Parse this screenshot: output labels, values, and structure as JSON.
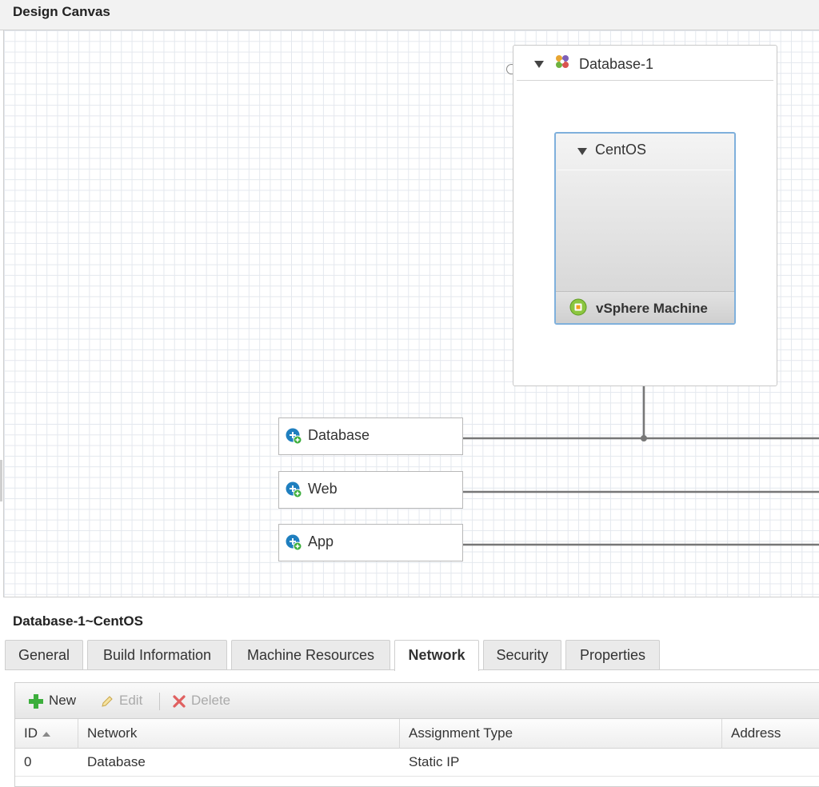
{
  "header": {
    "title": "Design Canvas"
  },
  "canvas": {
    "container": {
      "name": "Database-1"
    },
    "machine": {
      "name": "CentOS",
      "type": "vSphere Machine"
    },
    "networks": [
      {
        "label": "Database"
      },
      {
        "label": "Web"
      },
      {
        "label": "App"
      }
    ]
  },
  "details": {
    "title": "Database-1~CentOS",
    "tabs": [
      {
        "label": "General"
      },
      {
        "label": "Build Information"
      },
      {
        "label": "Machine Resources"
      },
      {
        "label": "Network"
      },
      {
        "label": "Security"
      },
      {
        "label": "Properties"
      }
    ],
    "active_tab": "Network",
    "toolbar": {
      "new_label": "New",
      "edit_label": "Edit",
      "delete_label": "Delete"
    },
    "table": {
      "columns": [
        "ID",
        "Network",
        "Assignment Type",
        "Address"
      ],
      "rows": [
        {
          "id": "0",
          "network": "Database",
          "assignment_type": "Static IP",
          "address": ""
        }
      ]
    }
  },
  "colors": {
    "machine_border": "#7fb0dc",
    "connector_line": "#777777",
    "grid_line": "#e4e8ee"
  }
}
